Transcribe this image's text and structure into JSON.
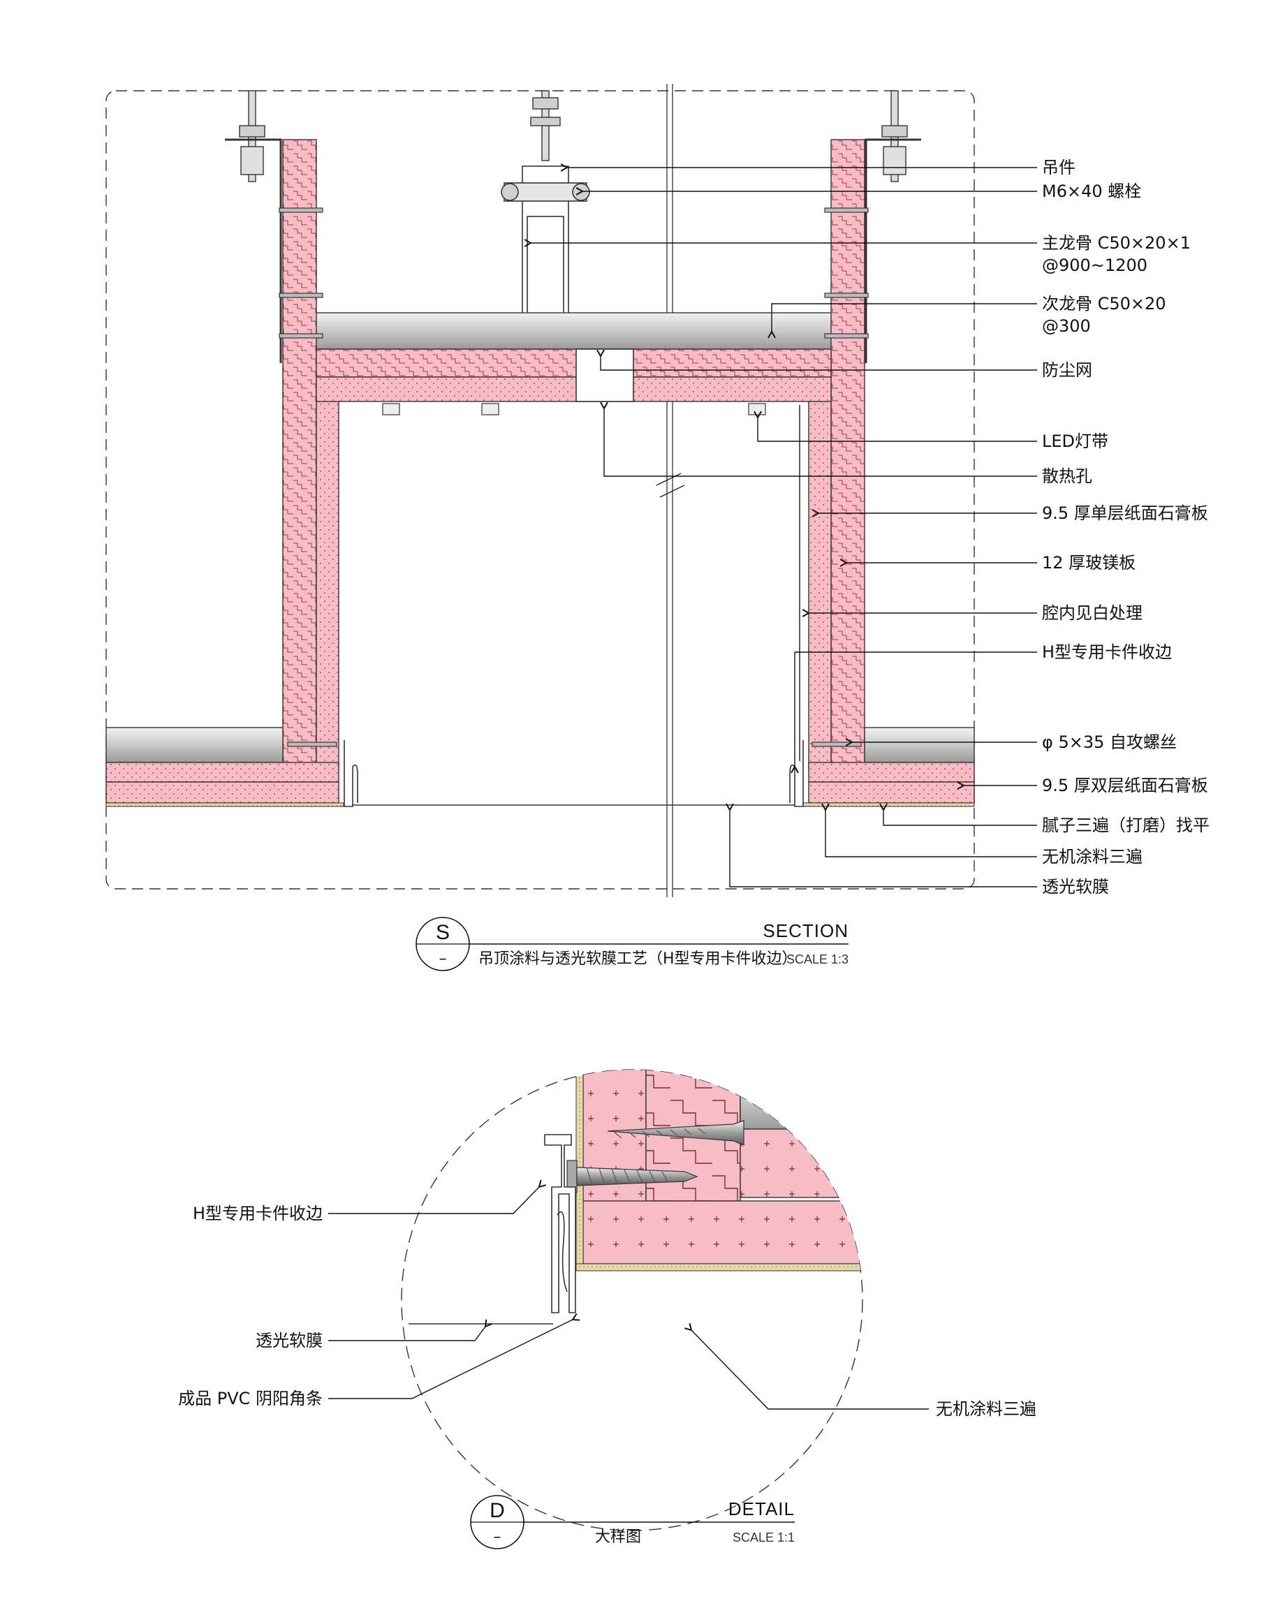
{
  "section": {
    "bubble_letter": "S",
    "bubble_sub": "–",
    "heading": "SECTION",
    "title": "吊顶涂料与透光软膜工艺（H型专用卡件收边）",
    "scale": "SCALE 1:3",
    "callouts": [
      {
        "id": "hanger",
        "text": "吊件"
      },
      {
        "id": "bolt",
        "text": "M6×40 螺栓"
      },
      {
        "id": "main-keel-1",
        "text": "主龙骨 C50×20×1"
      },
      {
        "id": "main-keel-2",
        "text": "@900~1200"
      },
      {
        "id": "sub-keel-1",
        "text": "次龙骨 C50×20"
      },
      {
        "id": "sub-keel-2",
        "text": "@300"
      },
      {
        "id": "dust-net",
        "text": "防尘网"
      },
      {
        "id": "led-strip",
        "text": "LED灯带"
      },
      {
        "id": "vent-hole",
        "text": "散热孔"
      },
      {
        "id": "gypsum-single",
        "text": "9.5 厚单层纸面石膏板"
      },
      {
        "id": "mgo-board",
        "text": "12 厚玻镁板"
      },
      {
        "id": "cavity-white",
        "text": "腔内见白处理"
      },
      {
        "id": "h-clip",
        "text": "H型专用卡件收边"
      },
      {
        "id": "screw",
        "text": "φ 5×35 自攻螺丝"
      },
      {
        "id": "gypsum-double",
        "text": "9.5 厚双层纸面石膏板"
      },
      {
        "id": "putty",
        "text": "腻子三遍（打磨）找平"
      },
      {
        "id": "inorganic-coat",
        "text": "无机涂料三遍"
      },
      {
        "id": "soft-film",
        "text": "透光软膜"
      }
    ]
  },
  "detail": {
    "bubble_letter": "D",
    "bubble_sub": "–",
    "heading": "DETAIL",
    "title": "大样图",
    "scale": "SCALE 1:1",
    "callouts": [
      {
        "id": "h-clip",
        "text": "H型专用卡件收边"
      },
      {
        "id": "soft-film",
        "text": "透光软膜"
      },
      {
        "id": "pvc-corner",
        "text": "成品 PVC 阴阳角条"
      },
      {
        "id": "inorganic-coat",
        "text": "无机涂料三遍"
      }
    ]
  },
  "colors": {
    "board_fill": "#f7bcc5",
    "line": "#111111",
    "keel_gray": "#c9c9c9",
    "coating": "#e8d9a8"
  }
}
